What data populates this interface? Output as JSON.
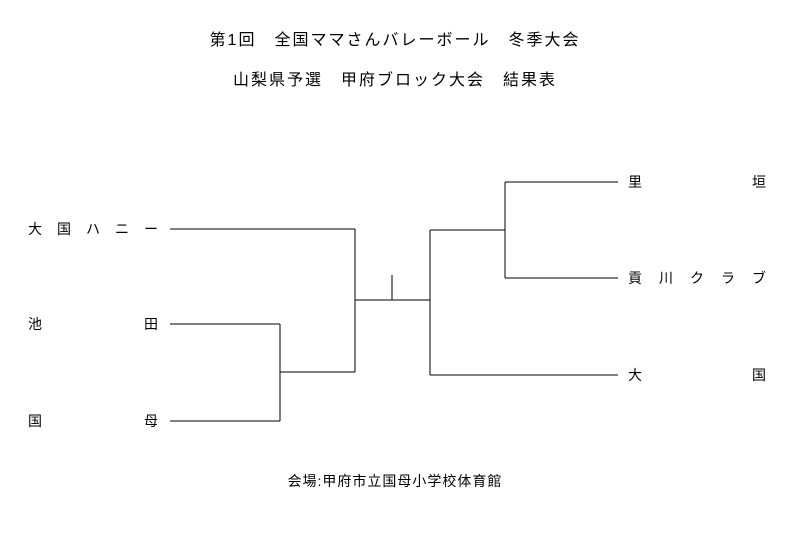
{
  "header": {
    "title_line1": "第1回　全国ママさんバレーボール　冬季大会",
    "title_line2": "山梨県予選　甲府ブロック大会　結果表"
  },
  "bracket": {
    "left_teams": [
      {
        "label": "大 国 ハ ニ ー"
      },
      {
        "label": "池 田"
      },
      {
        "label": "国 母"
      }
    ],
    "right_teams": [
      {
        "label": "里 垣"
      },
      {
        "label": "貢 川 ク ラ ブ"
      },
      {
        "label": "大 国"
      }
    ]
  },
  "footer": {
    "venue": "会場:甲府市立国母小学校体育館"
  },
  "colors": {
    "background": "#ffffff",
    "text": "#000000",
    "line": "#000000"
  }
}
